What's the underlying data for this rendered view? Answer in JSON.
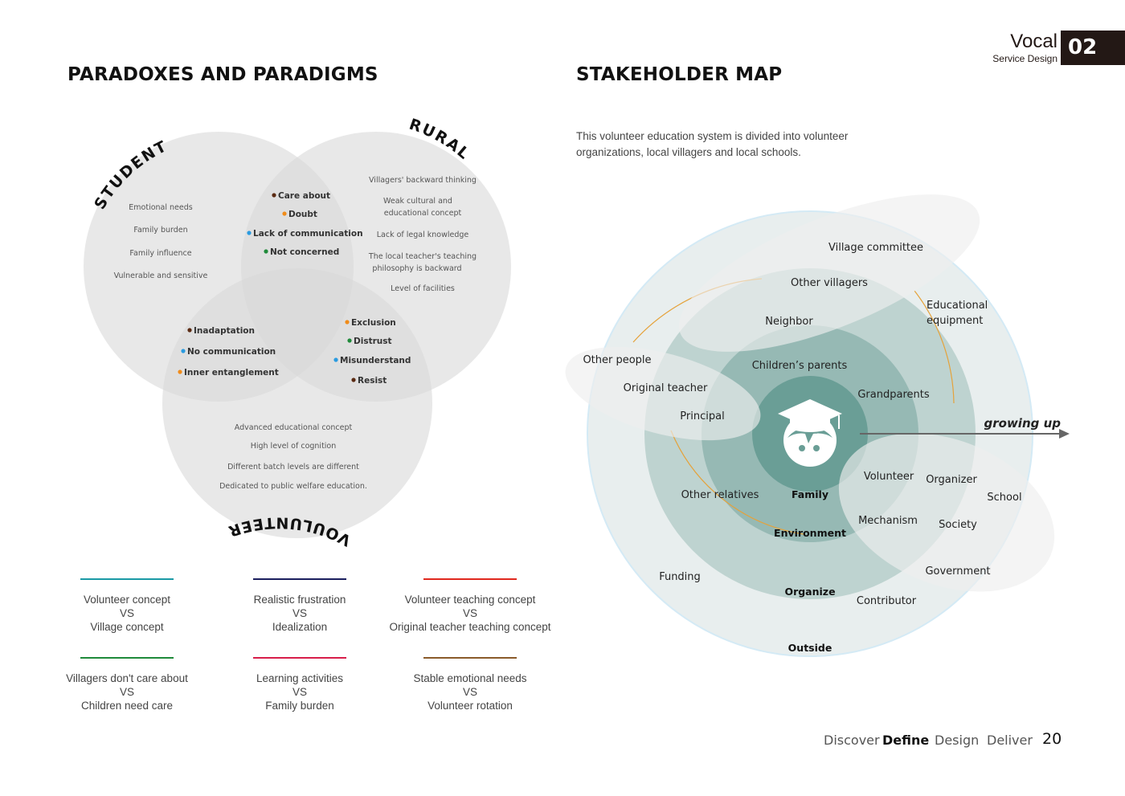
{
  "brand": {
    "title": "Vocal",
    "subtitle": "Service Design",
    "chapter": "02"
  },
  "left": {
    "title": "PARADOXES AND PARADIGMS",
    "venn": {
      "labels": {
        "student": "STUDENT",
        "rural": "RURAL",
        "volunteer": "VOULUNTEER"
      },
      "student_only": [
        "Emotional needs",
        "Family burden",
        "Family influence",
        "Vulnerable and sensitive"
      ],
      "rural_only": [
        "Villagers' backward thinking",
        "Weak cultural and",
        "educational concept",
        "Lack of legal knowledge",
        "The local teacher's teaching",
        "philosophy is backward",
        "Level of facilities"
      ],
      "volunteer_only": [
        "Advanced educational concept",
        "High level of cognition",
        "Different batch levels are different",
        "Dedicated to public welfare education."
      ],
      "student_rural": [
        {
          "text": "Care about",
          "color": "#5a2a12"
        },
        {
          "text": "Doubt",
          "color": "#f08c1a"
        },
        {
          "text": "Lack of communication",
          "color": "#2a9be0"
        },
        {
          "text": "Not concerned",
          "color": "#1f8a3a"
        }
      ],
      "student_volunteer": [
        {
          "text": "Inadaptation",
          "color": "#5a2a12"
        },
        {
          "text": "No communication",
          "color": "#2a9be0"
        },
        {
          "text": "Inner entanglement",
          "color": "#f08c1a"
        }
      ],
      "rural_volunteer": [
        {
          "text": "Exclusion",
          "color": "#f08c1a"
        },
        {
          "text": "Distrust",
          "color": "#1f8a3a"
        },
        {
          "text": "Misunderstand",
          "color": "#2a9be0"
        },
        {
          "text": "Resist",
          "color": "#5a2a12"
        }
      ]
    },
    "pairs": [
      {
        "a": "Volunteer concept",
        "vs": "VS",
        "b": "Village concept",
        "color": "#1a9aa6"
      },
      {
        "a": "Realistic frustration",
        "vs": "VS",
        "b": "Idealization",
        "color": "#1b1f5e"
      },
      {
        "a": "Volunteer teaching concept",
        "vs": "VS",
        "b": "Original teacher teaching concept",
        "color": "#e0281e"
      },
      {
        "a": "Villagers don't care about",
        "vs": "VS",
        "b": "Children need care",
        "color": "#1f8a3a"
      },
      {
        "a": "Learning activities",
        "vs": "VS",
        "b": "Family burden",
        "color": "#d81e4a"
      },
      {
        "a": "Stable emotional needs",
        "vs": "VS",
        "b": "Volunteer rotation",
        "color": "#8a5a2a"
      }
    ]
  },
  "right": {
    "title": "STAKEHOLDER MAP",
    "description": "This volunteer education system is divided into volunteer organizations, local villagers and local schools.",
    "map": {
      "rings": {
        "family": "Family",
        "environment": "Environment",
        "organize": "Organize",
        "outside": "Outside"
      },
      "growing_label": "growing up",
      "stakeholders": {
        "village_committee": "Village committee",
        "other_villagers": "Other villagers",
        "neighbor": "Neighbor",
        "educational_equipment_1": "Educational",
        "educational_equipment_2": "equipment",
        "other_people": "Other people",
        "original_teacher": "Original teacher",
        "principal": "Principal",
        "childrens_parents": "Children’s parents",
        "grandparents": "Grandparents",
        "other_relatives": "Other relatives",
        "volunteer": "Volunteer",
        "organizer": "Organizer",
        "school": "School",
        "mechanism": "Mechanism",
        "society": "Society",
        "government": "Government",
        "funding": "Funding",
        "contributor": "Contributor"
      },
      "colors": {
        "core": "#6a9e96",
        "ring3": "#96b9b4",
        "ring2": "#bed3d0",
        "ring1": "#e8eeee",
        "outline": "#d4eaf5",
        "orbit": "#e5a23a"
      }
    }
  },
  "footer": {
    "nav": [
      {
        "label": "Discover",
        "active": false
      },
      {
        "label": "Define",
        "active": true
      },
      {
        "label": "Design",
        "active": false
      },
      {
        "label": "Deliver",
        "active": false
      }
    ],
    "page": "20"
  }
}
